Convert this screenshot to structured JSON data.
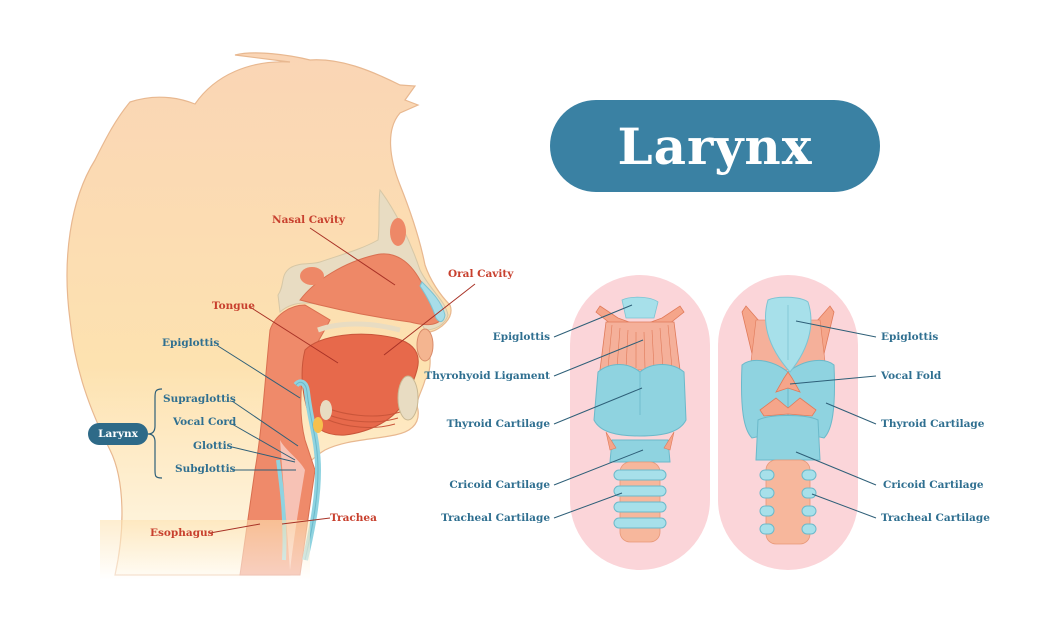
{
  "title": "Larynx",
  "colors": {
    "title_pill": "#3a81a3",
    "label_blue": "#2f6f90",
    "label_red": "#c8402e",
    "skin": "#fcd9b0",
    "tissue": "#ef8a6a",
    "cartilage": "#8fd3e0",
    "background_oval": "#fbd5d9"
  },
  "side_view": {
    "red_labels": {
      "nasal_cavity": "Nasal Cavity",
      "oral_cavity": "Oral Cavity",
      "tongue": "Tongue",
      "esophagus": "Esophagus",
      "trachea": "Trachea"
    },
    "blue_labels": {
      "epiglottis": "Epiglottis",
      "supraglottis": "Supraglottis",
      "vocal_cord": "Vocal Cord",
      "glottis": "Glottis",
      "subglottis": "Subglottis"
    },
    "group_label": "Larynx"
  },
  "front_view": {
    "labels": [
      "Epiglottis",
      "Thyrohyoid Ligament",
      "Thyroid Cartilage",
      "Cricoid Cartilage",
      "Tracheal Cartilage"
    ]
  },
  "back_view": {
    "labels": [
      "Epiglottis",
      "Vocal Fold",
      "Thyroid Cartilage",
      "Cricoid Cartilage",
      "Tracheal Cartilage"
    ]
  }
}
